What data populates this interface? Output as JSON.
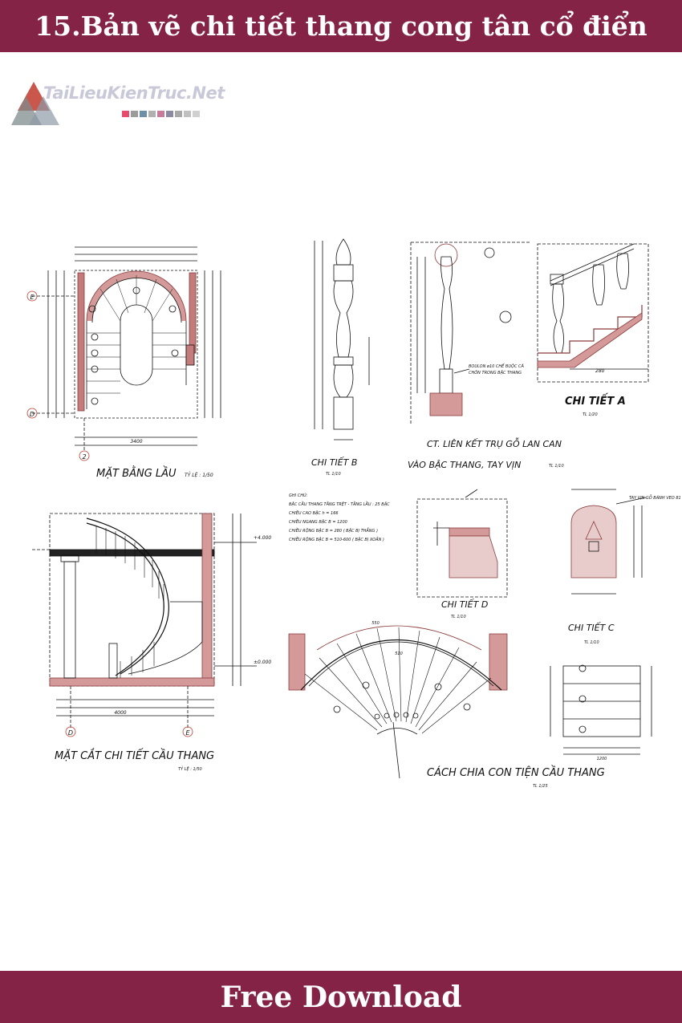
{
  "header": {
    "title": "15.Bản vẽ chi tiết thang cong tân cổ điển"
  },
  "logo": {
    "text": "TaiLieuKienTruc.Net"
  },
  "footer": {
    "label": "Free Download"
  },
  "colors": {
    "banner": "#842345",
    "logo_red": "#c0392b",
    "logo_grey": "#7f8c8d"
  },
  "drawing": {
    "plan_title": "MẶT BẰNG LẦU",
    "plan_scale": "TỶ LỆ : 1/50",
    "detail_b_title": "CHI TIẾT B",
    "detail_b_scale": "TL 1/10",
    "connection_title_1": "CT. LIÊN KẾT TRỤ GỖ LAN CAN",
    "connection_title_2": "VÀO BẬC THANG, TAY VỊN",
    "connection_scale": "TL 1/10",
    "detail_a_title": "CHI TIẾT A",
    "detail_a_scale": "TL 1/20",
    "section_title": "MẶT CẮT CHI TIẾT CẦU THANG",
    "section_scale": "TỶ LỆ : 1/50",
    "detail_d_title": "CHI TIẾT D",
    "detail_d_scale": "TL 1/10",
    "detail_c_title": "CHI TIẾT C",
    "detail_c_scale": "TL 1/10",
    "division_title": "CÁCH CHIA CON TIỆN CẦU THANG",
    "division_scale": "TL 1/25",
    "notes_title": "GHI CHÚ:",
    "notes": [
      "BẬC CẦU THANG TẦNG TRỆT - TẦNG LẦU : 25 BẬC",
      "CHIỀU CAO BẬC h = 166",
      "CHIỀU NGANG BẬC B = 1200",
      "CHIỀU RỘNG BẬC B = 280 ( BẬC BỊ THẲNG )",
      "CHIỀU RỘNG BẬC B = 510-600 ( BẬC BỊ XOẮN )"
    ],
    "grid_e": "E",
    "grid_d": "D",
    "grid_2": "2",
    "level_upper": "+4.000",
    "level_zero": "±0.000",
    "handrail_note": "TAY VỊN GỖ BÁNH VEO 81",
    "bolt_note_1": "BOULON ø10 CHẾ BUỘC CÁ",
    "bolt_note_2": "CHÔN TRONG BẬC THANG",
    "dim_3400": "3400",
    "dim_4000": "4000",
    "dim_1200": "1200",
    "dim_280": "280",
    "dim_550": "550",
    "dim_510": "510"
  }
}
